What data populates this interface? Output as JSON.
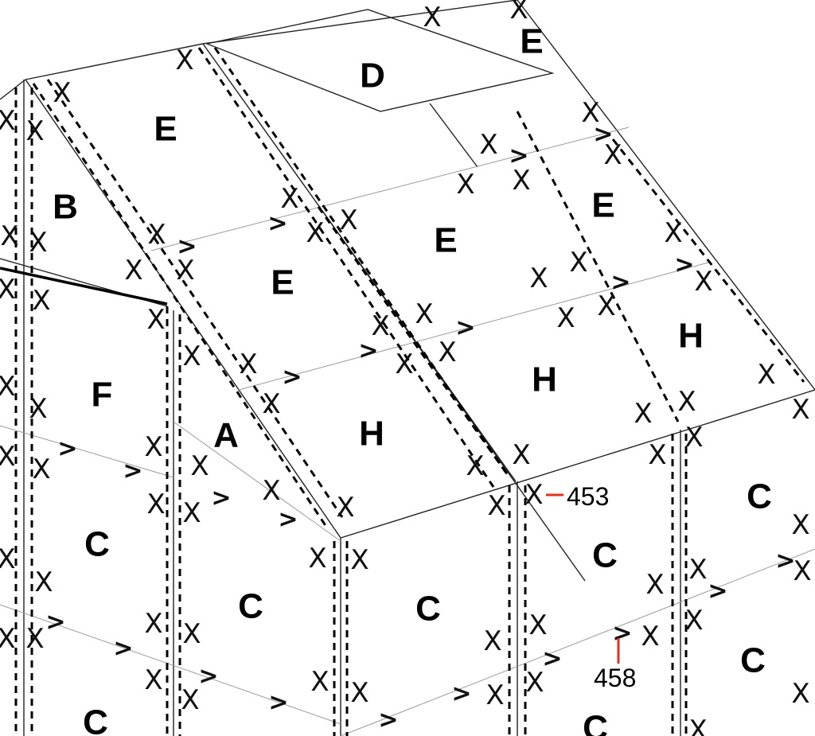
{
  "panels": {
    "a": "A",
    "b": "B",
    "d": "D",
    "f": "F",
    "e1": "E",
    "e2": "E",
    "e3": "E",
    "e4": "E",
    "e5": "E",
    "h1": "H",
    "h2": "H",
    "h3": "H",
    "c1": "C",
    "c2": "C",
    "c3": "C",
    "c4": "C",
    "c5": "C",
    "c6": "C",
    "c7": "C",
    "c8": "C"
  },
  "marks": {
    "x": "X",
    "arrow": ">"
  },
  "callouts": {
    "c453": "453",
    "c458": "458"
  },
  "colors": {
    "line": "#000000",
    "leader": "#e0301e"
  }
}
